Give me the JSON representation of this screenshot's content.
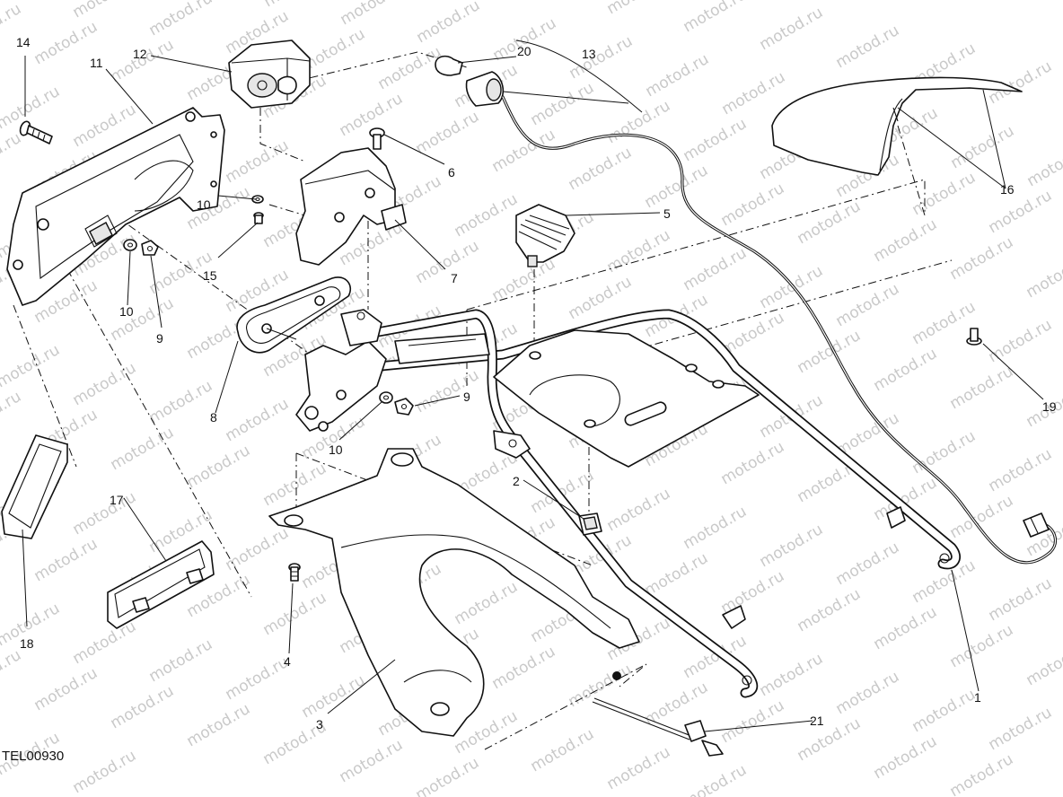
{
  "diagram": {
    "drawing_code": "TEL00930",
    "watermark": "motod.ru",
    "callouts": [
      {
        "id": "c1",
        "label": "1"
      },
      {
        "id": "c2",
        "label": "2"
      },
      {
        "id": "c3",
        "label": "3"
      },
      {
        "id": "c4",
        "label": "4"
      },
      {
        "id": "c5",
        "label": "5"
      },
      {
        "id": "c6",
        "label": "6"
      },
      {
        "id": "c7",
        "label": "7"
      },
      {
        "id": "c8",
        "label": "8"
      },
      {
        "id": "c9a",
        "label": "9"
      },
      {
        "id": "c9b",
        "label": "9"
      },
      {
        "id": "c10a",
        "label": "10"
      },
      {
        "id": "c10b",
        "label": "10"
      },
      {
        "id": "c10c",
        "label": "10"
      },
      {
        "id": "c11",
        "label": "11"
      },
      {
        "id": "c12",
        "label": "12"
      },
      {
        "id": "c13",
        "label": "13"
      },
      {
        "id": "c14",
        "label": "14"
      },
      {
        "id": "c15",
        "label": "15"
      },
      {
        "id": "c16",
        "label": "16"
      },
      {
        "id": "c17",
        "label": "17"
      },
      {
        "id": "c18",
        "label": "18"
      },
      {
        "id": "c19",
        "label": "19"
      },
      {
        "id": "c20",
        "label": "20"
      },
      {
        "id": "c21",
        "label": "21"
      }
    ]
  }
}
